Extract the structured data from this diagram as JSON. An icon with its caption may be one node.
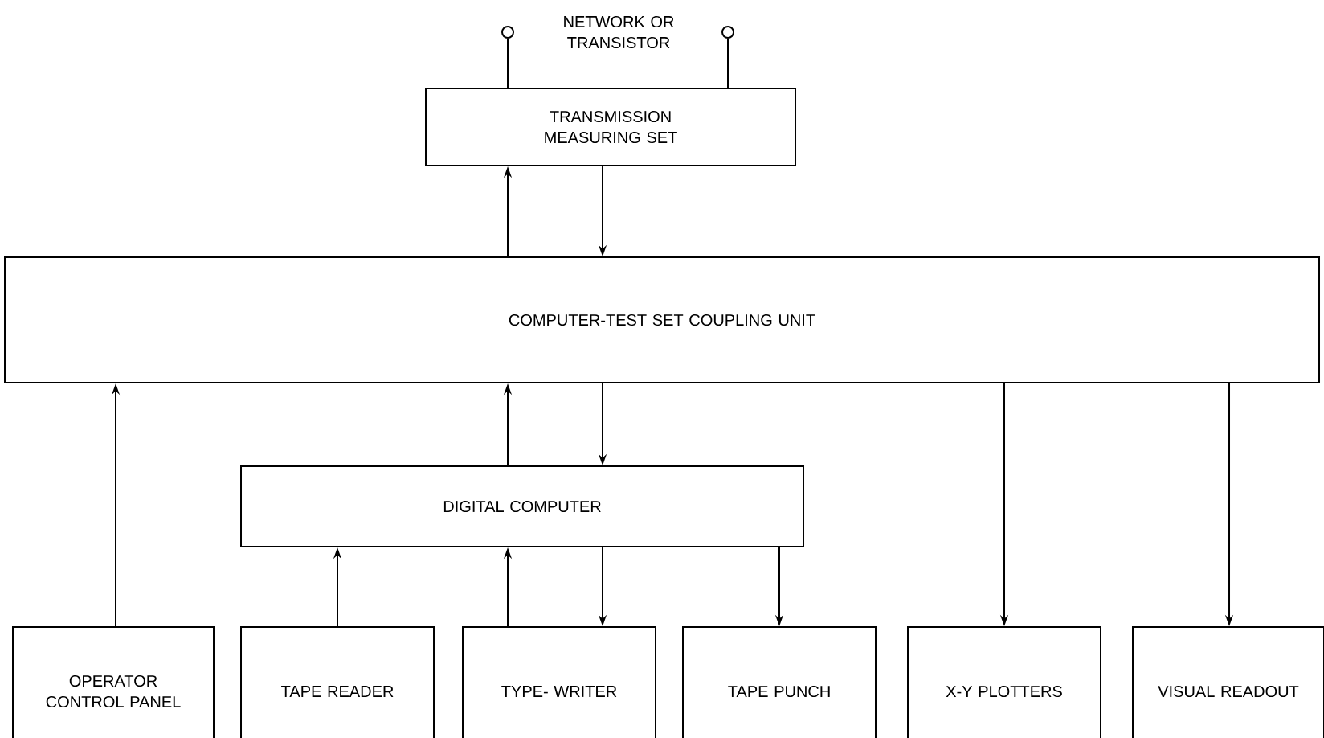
{
  "diagram": {
    "nodes": [
      {
        "text": [],
        "shape": "circle"
      },
      {
        "text": [],
        "shape": "circle"
      },
      {
        "text": [
          "TRANSMISSION MEASURING SET"
        ]
      },
      {
        "text": [
          "COMPUTER-TEST SET COUPLING UNIT"
        ]
      },
      {
        "text": [
          "DIGITAL COMPUTER"
        ]
      },
      {
        "text": [
          "OPERATOR CONTROL PANEL"
        ]
      },
      {
        "text": [
          "TAPE READER"
        ]
      },
      {
        "text": [
          "TYPE- WRITER"
        ]
      },
      {
        "text": [
          "TAPE PUNCH"
        ]
      },
      {
        "text": [
          "X-Y PLOTTERS"
        ]
      },
      {
        "text": [
          "VISUAL READOUT"
        ]
      }
    ],
    "edges": [
      {
        "from": 0,
        "to": 2,
        "arrow": "none"
      },
      {
        "from": 1,
        "to": 2,
        "arrow": "none"
      },
      {
        "from": 3,
        "to": 2,
        "arrow": "to"
      },
      {
        "from": 2,
        "to": 3,
        "arrow": "to"
      },
      {
        "from": 5,
        "to": 3,
        "arrow": "to"
      },
      {
        "from": 4,
        "to": 3,
        "arrow": "to"
      },
      {
        "from": 3,
        "to": 4,
        "arrow": "to"
      },
      {
        "from": 6,
        "to": 4,
        "arrow": "to"
      },
      {
        "from": 7,
        "to": 4,
        "arrow": "to"
      },
      {
        "from": 4,
        "to": 7,
        "arrow": "to"
      },
      {
        "from": 4,
        "to": 8,
        "arrow": "to"
      },
      {
        "from": 3,
        "to": 9,
        "arrow": "to"
      },
      {
        "from": 3,
        "to": 10,
        "arrow": "to"
      }
    ],
    "labels": [
      "NETWORK OR TRANSISTOR"
    ]
  }
}
